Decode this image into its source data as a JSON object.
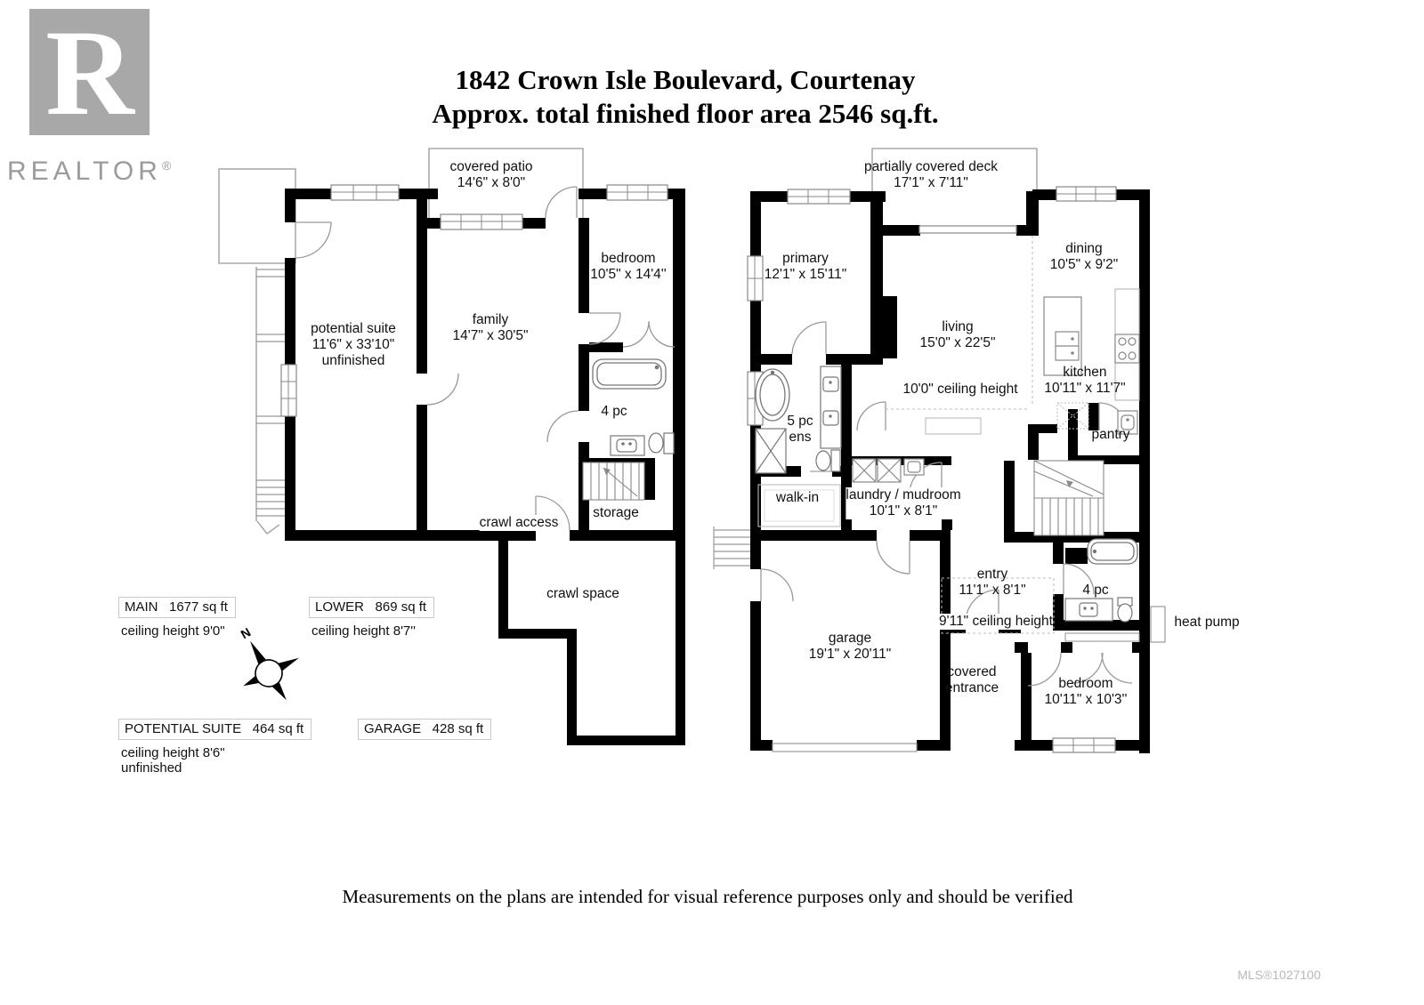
{
  "branding": {
    "logo_letter": "R",
    "word": "REALTOR",
    "registered": "®"
  },
  "header": {
    "line1": "1842 Crown Isle Boulevard, Courtenay",
    "line2": "Approx. total finished floor area 2546 sq.ft."
  },
  "lower_plan": {
    "covered_patio": "covered patio\n14'6\" x 8'0\"",
    "potential_suite": "potential suite\n11'6\" x 33'10\"\nunfinished",
    "family": "family\n14'7\" x 30'5\"",
    "bedroom": "bedroom\n10'5\" x 14'4''",
    "bath": "4 pc",
    "storage": "storage",
    "crawl_access": "crawl access",
    "crawl_space": "crawl space"
  },
  "main_plan": {
    "deck": "partially covered deck\n17'1\" x 7'11\"",
    "primary": "primary\n12'1\" x 15'11\"",
    "dining": "dining\n10'5\" x 9'2\"",
    "living": "living\n15'0\" x 22'5\"",
    "living_ceiling": "10'0\" ceiling height",
    "kitchen": "kitchen\n10'11\" x 11'7\"",
    "pantry": "pantry",
    "ensuite": "5 pc\nens",
    "walk_in": "walk-in",
    "laundry": "laundry / mudroom\n10'1\" x 8'1\"",
    "entry": "entry\n11'1\" x 8'1\"",
    "entry_ceiling": "9'11\" ceiling height",
    "bath": "4 pc",
    "heat_pump": "heat pump",
    "garage": "garage\n19'1\" x 20'11\"",
    "covered_entrance": "covered\nentrance",
    "bedroom": "bedroom\n10'11\" x 10'3''"
  },
  "stats": {
    "main": {
      "title": "MAIN   1677 sq ft",
      "ceiling": "ceiling height 9'0\""
    },
    "lower": {
      "title": "LOWER   869 sq ft",
      "ceiling": "ceiling height 8'7''"
    },
    "potential_suite": {
      "title": "POTENTIAL SUITE   464 sq ft",
      "ceiling": "ceiling height 8'6\"",
      "note": "unfinished"
    },
    "garage": {
      "title": "GARAGE   428 sq ft"
    }
  },
  "compass": {
    "north": "N"
  },
  "footer": {
    "disclaimer": "Measurements on the plans are intended for visual reference purposes only and should be verified",
    "mls": "MLS®1027100"
  }
}
